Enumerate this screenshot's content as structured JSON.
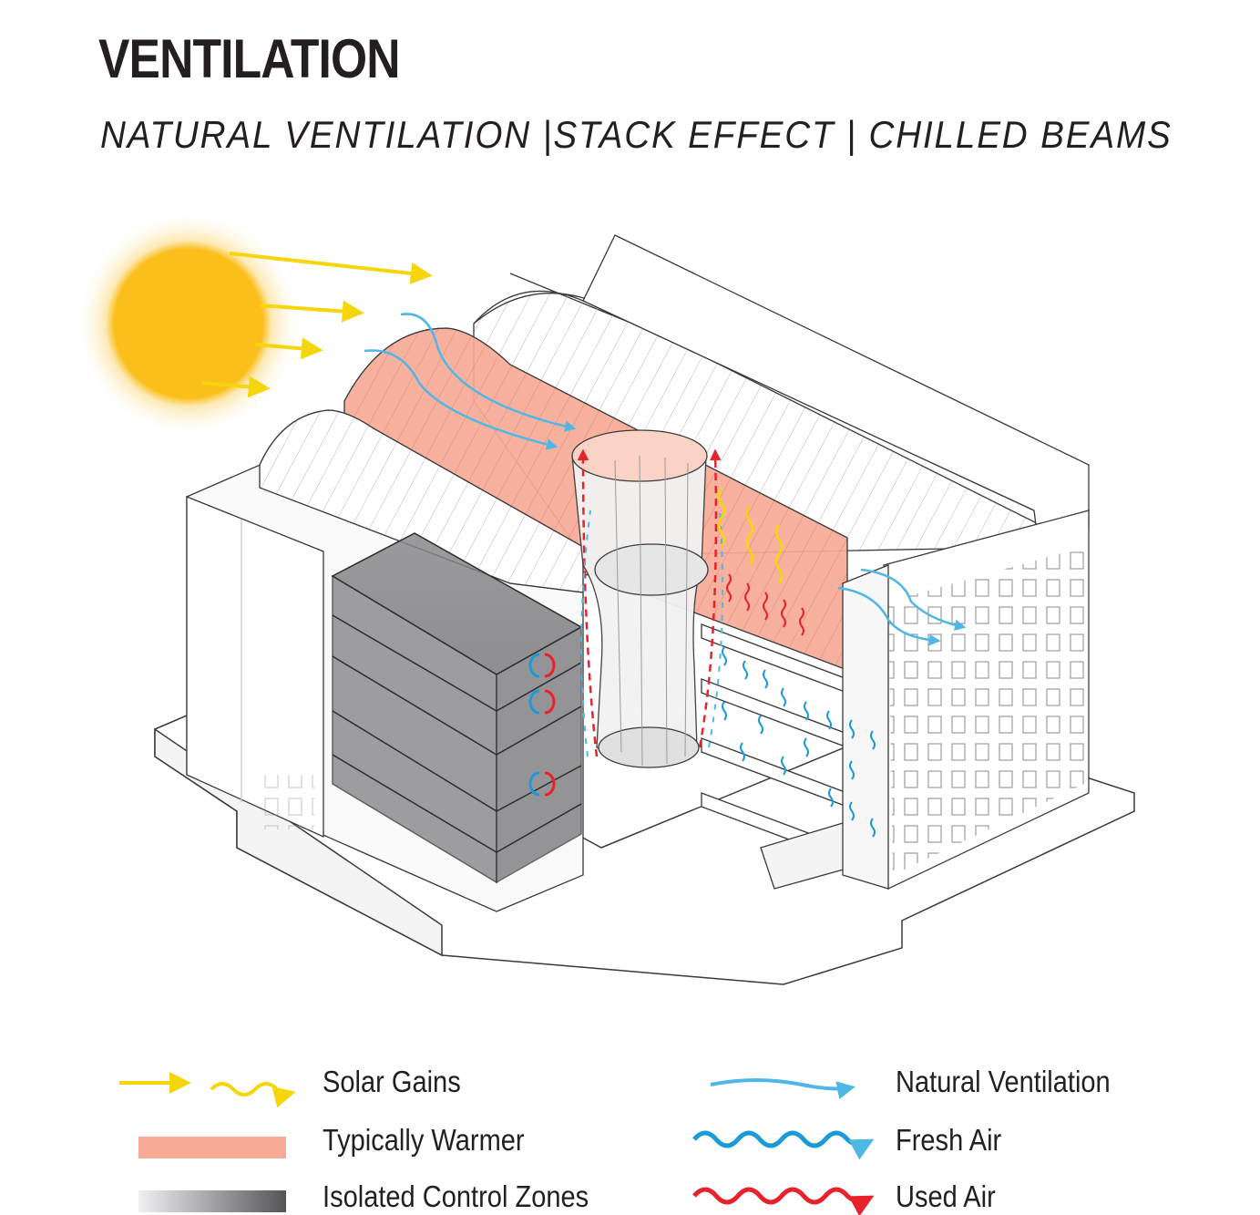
{
  "title": "VENTILATION",
  "subtitle": "NATURAL VENTILATION |STACK EFFECT | CHILLED BEAMS",
  "colors": {
    "solar": "#f5d60a",
    "sun": "#fbbf1c",
    "warm_zone": "#f7ab96",
    "natural_ventilation": "#4fb7e6",
    "fresh_air": "#1a9bd7",
    "used_air": "#e8222b",
    "isolated_zone_dark": "#555558",
    "isolated_zone_light": "#e6e6e8",
    "linework": "#3a3a3a"
  },
  "legend": {
    "left": [
      {
        "label": "Solar Gains",
        "icon": "yellow-arrow-and-wave-icon"
      },
      {
        "label": "Typically Warmer",
        "icon": "salmon-swatch"
      },
      {
        "label": "Isolated Control Zones",
        "icon": "gray-gradient-swatch"
      }
    ],
    "right": [
      {
        "label": "Natural Ventilation",
        "icon": "light-blue-curved-arrow-icon"
      },
      {
        "label": "Fresh Air",
        "icon": "blue-wave-arrow-icon"
      },
      {
        "label": "Used Air",
        "icon": "red-wave-arrow-icon"
      }
    ]
  }
}
